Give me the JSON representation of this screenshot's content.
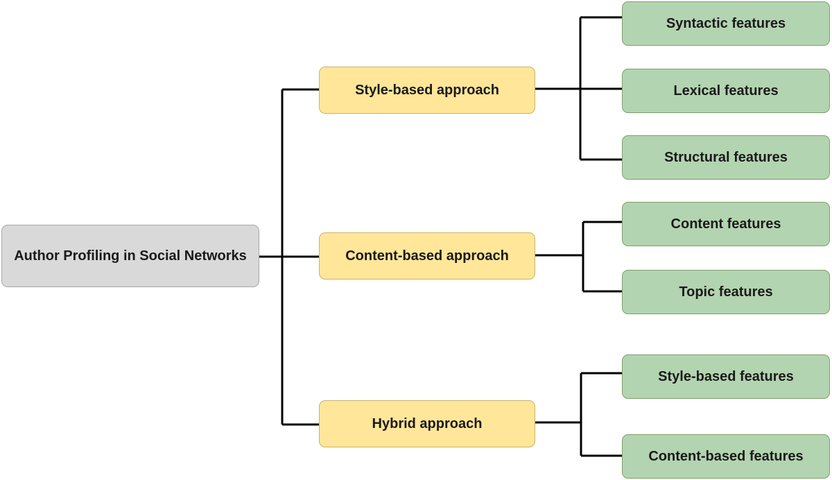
{
  "root": {
    "label": "Author Profiling in Social Networks"
  },
  "approaches": [
    {
      "label": "Style-based approach",
      "features": [
        "Syntactic features",
        "Lexical features",
        "Structural features"
      ]
    },
    {
      "label": "Content-based approach",
      "features": [
        "Content features",
        "Topic features"
      ]
    },
    {
      "label": "Hybrid approach",
      "features": [
        "Style-based features",
        "Content-based features"
      ]
    }
  ],
  "colors": {
    "root_fill": "#d9d9d9",
    "approach_fill": "#ffe699",
    "feature_fill": "#b3d4b0",
    "connector": "#000000"
  }
}
